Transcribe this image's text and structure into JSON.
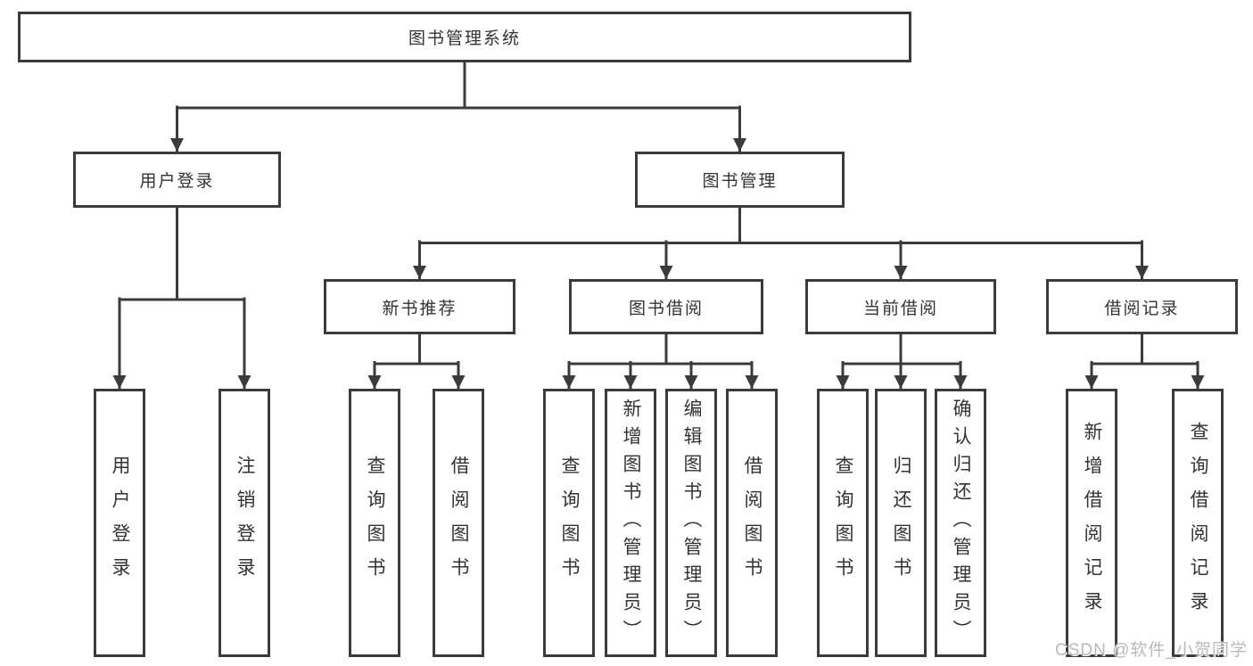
{
  "colors": {
    "line": "#3b3b3b",
    "box_border": "#3b3b3b",
    "text": "#333333",
    "watermark": "#b9b9b9",
    "background": "#ffffff"
  },
  "watermark": {
    "text": "CSDN @软件_小贺同学"
  },
  "tree": {
    "label": "图书管理系统",
    "children": [
      {
        "label": "用户登录",
        "children": [
          {
            "label": "用户登录"
          },
          {
            "label": "注销登录"
          }
        ]
      },
      {
        "label": "图书管理",
        "children": [
          {
            "label": "新书推荐",
            "children": [
              {
                "label": "查询图书"
              },
              {
                "label": "借阅图书"
              }
            ]
          },
          {
            "label": "图书借阅",
            "children": [
              {
                "label": "查询图书"
              },
              {
                "label": "新增图书（管理员）"
              },
              {
                "label": "编辑图书（管理员）"
              },
              {
                "label": "借阅图书"
              }
            ]
          },
          {
            "label": "当前借阅",
            "children": [
              {
                "label": "查询图书"
              },
              {
                "label": "归还图书"
              },
              {
                "label": "确认归还（管理员）"
              }
            ]
          },
          {
            "label": "借阅记录",
            "children": [
              {
                "label": "新增借阅记录"
              },
              {
                "label": "查询借阅记录"
              }
            ]
          }
        ]
      }
    ]
  }
}
